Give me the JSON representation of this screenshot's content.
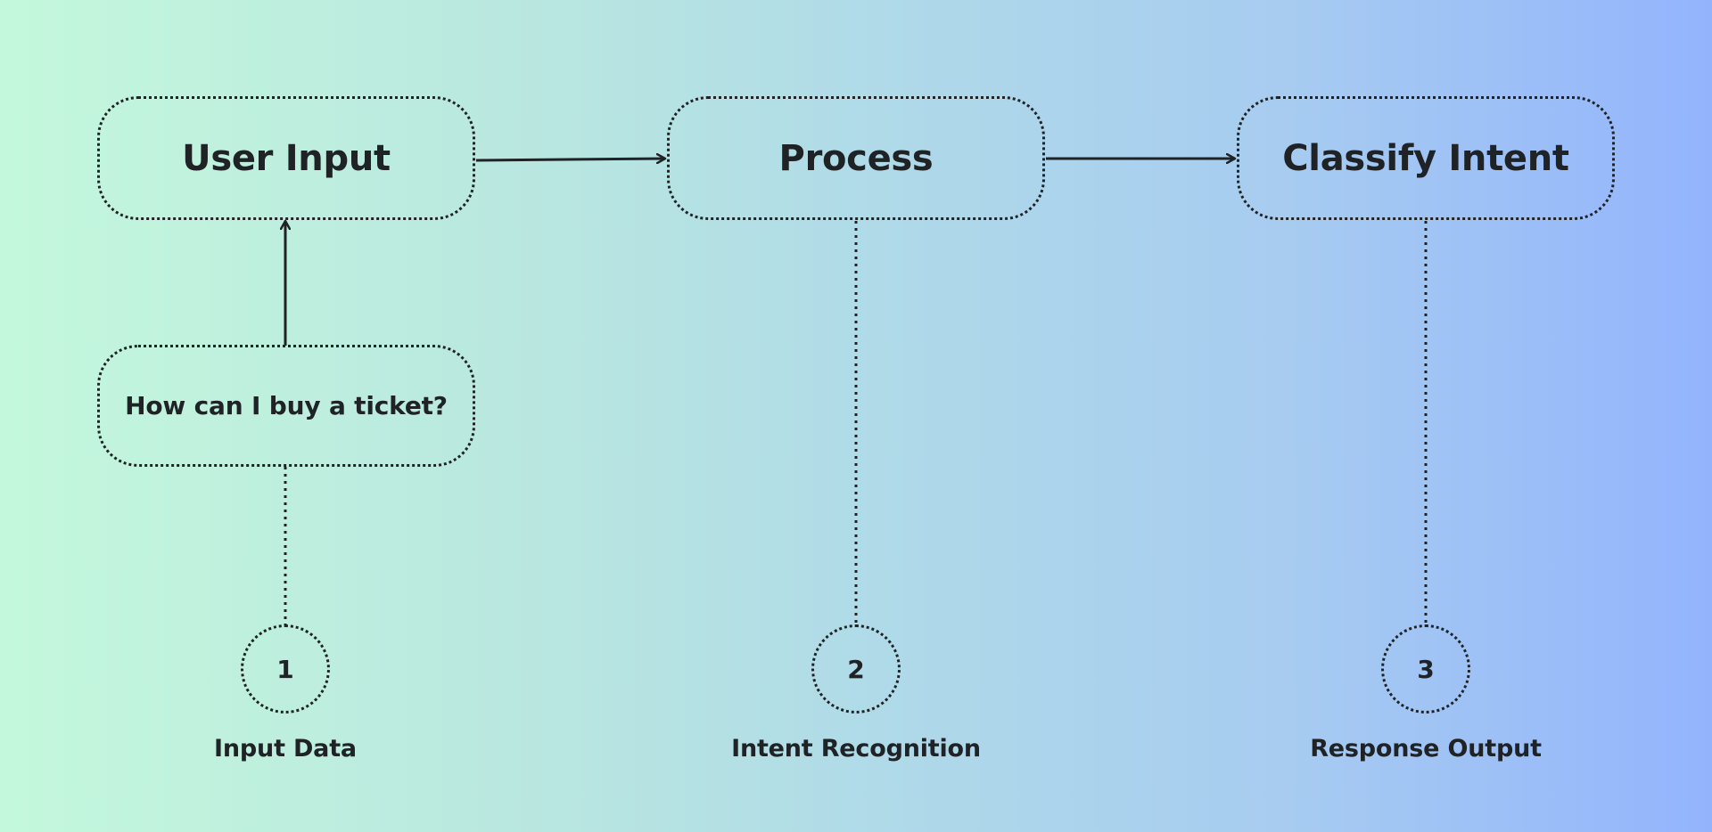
{
  "nodes": {
    "user_input": "User Input",
    "process": "Process",
    "classify_intent": "Classify Intent",
    "question": "How can I buy a ticket?"
  },
  "steps": [
    {
      "number": "1",
      "label": "Input Data"
    },
    {
      "number": "2",
      "label": "Intent Recognition"
    },
    {
      "number": "3",
      "label": "Response Output"
    }
  ],
  "colors": {
    "gradient_start": "#c4f8dc",
    "gradient_end": "#93b4fd",
    "ink": "#1f2326"
  }
}
